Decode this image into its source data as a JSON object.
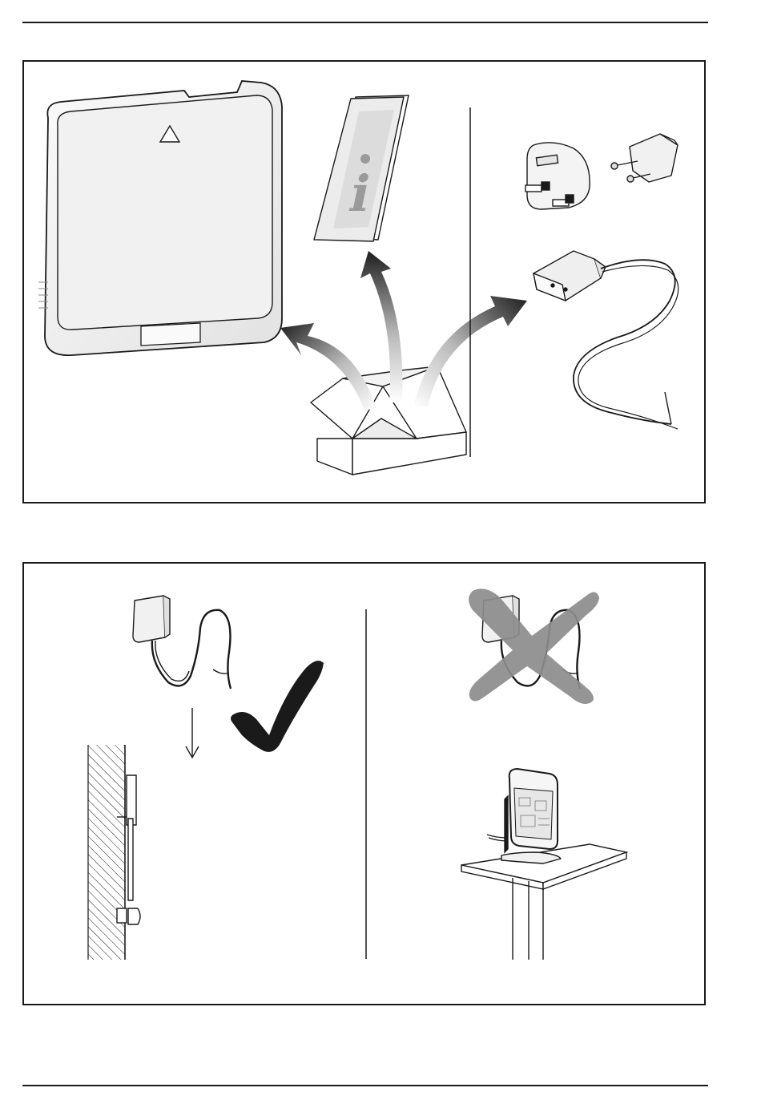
{
  "document": {
    "top_panel": {
      "device": {
        "icon": "wireless-hub-device"
      },
      "manual": {
        "icon": "info-manual",
        "glyph": "i"
      },
      "box": {
        "icon": "open-cardboard-box"
      },
      "adapters": {
        "icons": [
          "uk-plug-adapter",
          "eu-plug-adapter"
        ]
      },
      "power_supply": {
        "icon": "plug-in-power-supply-with-cable"
      }
    },
    "bottom_panel": {
      "correct": {
        "icon": "check-mark",
        "meaning": "correct"
      },
      "incorrect": {
        "icon": "cross-mark",
        "meaning": "incorrect"
      },
      "wall_mount": {
        "icon": "wall-mounted-device-side-view"
      },
      "desk_stand": {
        "icon": "device-on-desk-stand"
      }
    },
    "colors": {
      "line": "#1a1a1a",
      "cross": "#8c8c8c",
      "device_body": "#e9e9e9",
      "device_face": "#f4f4f4"
    }
  }
}
